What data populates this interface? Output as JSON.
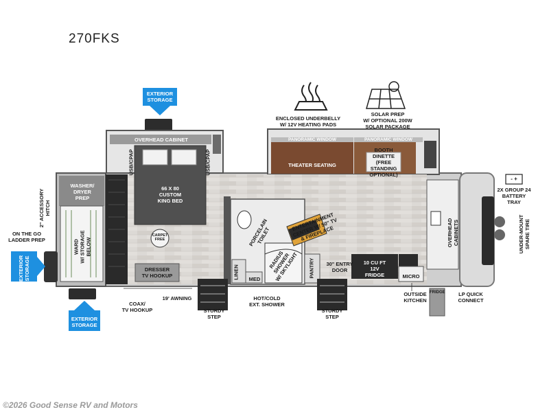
{
  "model": "270FKS",
  "footer": "©2026 Good Sense RV and Motors",
  "labels": {
    "exterior_storage": "EXTERIOR\nSTORAGE",
    "overhead_cabinet": "OVERHEAD CABINET",
    "usb_cpap": "USB/CPAP",
    "king_bed": "66 X 80\nCUSTOM\nKING BED",
    "washer_dryer": "WASHER/\nDRYER\nPREP",
    "wardrobe": "WARD\nW/ STORAGE\nBELOW",
    "accessory_hitch": "2\" ACCESSORY\nHITCH",
    "ladder_prep": "ON THE GO\nLADDER PREP",
    "carpet_free": "CARPET\nFREE",
    "dresser": "DRESSER\nTV HOOKUP",
    "coax": "COAX/\nTV HOOKUP",
    "awning": "19' AWNING",
    "sturdy_step": "STURDY\nSTEP",
    "porcelain_toilet": "PORCELAIN\nTOILET",
    "linen": "LINEN",
    "med": "MED",
    "radius_shower": "RADIUS\nSHOWER\nW/ SKYLIGHT",
    "hot_cold_shower": "HOT/COLD\nEXT. SHOWER",
    "entertainment": "ENTERTAINMENT\nCENTER W/ 50\" TV\n& FIREPLACE",
    "pantry": "PANTRY",
    "entry_door": "30\" ENTRY\nDOOR",
    "fridge_12v": "10 CU FT\n12V\nFRIDGE",
    "micro": "MICRO",
    "outside_kitchen": "OUTSIDE\nKITCHEN",
    "fridge": "FRIDGE",
    "lp_connect": "LP QUICK\nCONNECT",
    "underbelly": "ENCLOSED UNDERBELLY\nW/ 12V HEATING PADS",
    "solar": "SOLAR PREP\nW/ OPTIONAL 200W\nSOLAR PACKAGE",
    "panoramic_window": "PANORAMIC WINDOW",
    "theater_seating": "THEATER SEATING",
    "booth_dinette": "BOOTH\nDINETTE\n(FREE\nSTANDING\nOPTIONAL)",
    "overhead_cabinets": "OVERHEAD\nCABINETS",
    "battery_tray": "2X GROUP 24\nBATTERY\nTRAY",
    "spare_tire": "UNDER-MOUNT\nSPARE TIRE",
    "battery_symbols": "- +"
  },
  "colors": {
    "arrow_blue": "#1e90e0",
    "floor": "#d9d6d2",
    "wall": "#555555",
    "wood": "#7a4a30",
    "dark_panel": "#2a2a2a"
  },
  "icons": [
    "heat-waves-icon",
    "solar-panel-icon",
    "battery-icon",
    "exterior-storage-arrow-icon"
  ]
}
